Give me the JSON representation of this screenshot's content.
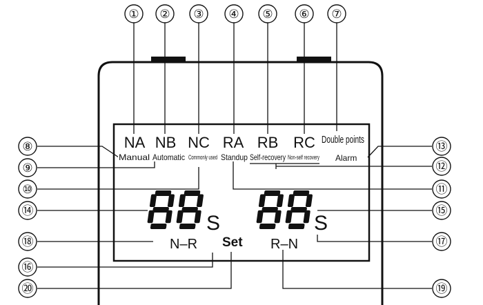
{
  "callouts": [
    "①",
    "②",
    "③",
    "④",
    "⑤",
    "⑥",
    "⑦",
    "⑧",
    "⑨",
    "⑩",
    "⑪",
    "⑫",
    "⑬",
    "⑭",
    "⑮",
    "⑯",
    "⑰",
    "⑱",
    "⑲",
    "⑳"
  ],
  "mode_labels": [
    "NA",
    "NB",
    "NC",
    "RA",
    "RB",
    "RC"
  ],
  "double_points": "Double points",
  "sub_labels": {
    "manual": "Manual",
    "automatic": "Automatic",
    "commonly_used": "Commonly used",
    "standup": "Standup",
    "self_recovery": "Self-recovery",
    "non_self_recovery": "Non-self recovery",
    "alarm": "Alarm"
  },
  "display": {
    "left_digits": "88",
    "left_unit": "S",
    "right_digits": "88",
    "right_unit": "S",
    "n_r": "N–R",
    "set": "Set",
    "r_n": "R–N"
  }
}
